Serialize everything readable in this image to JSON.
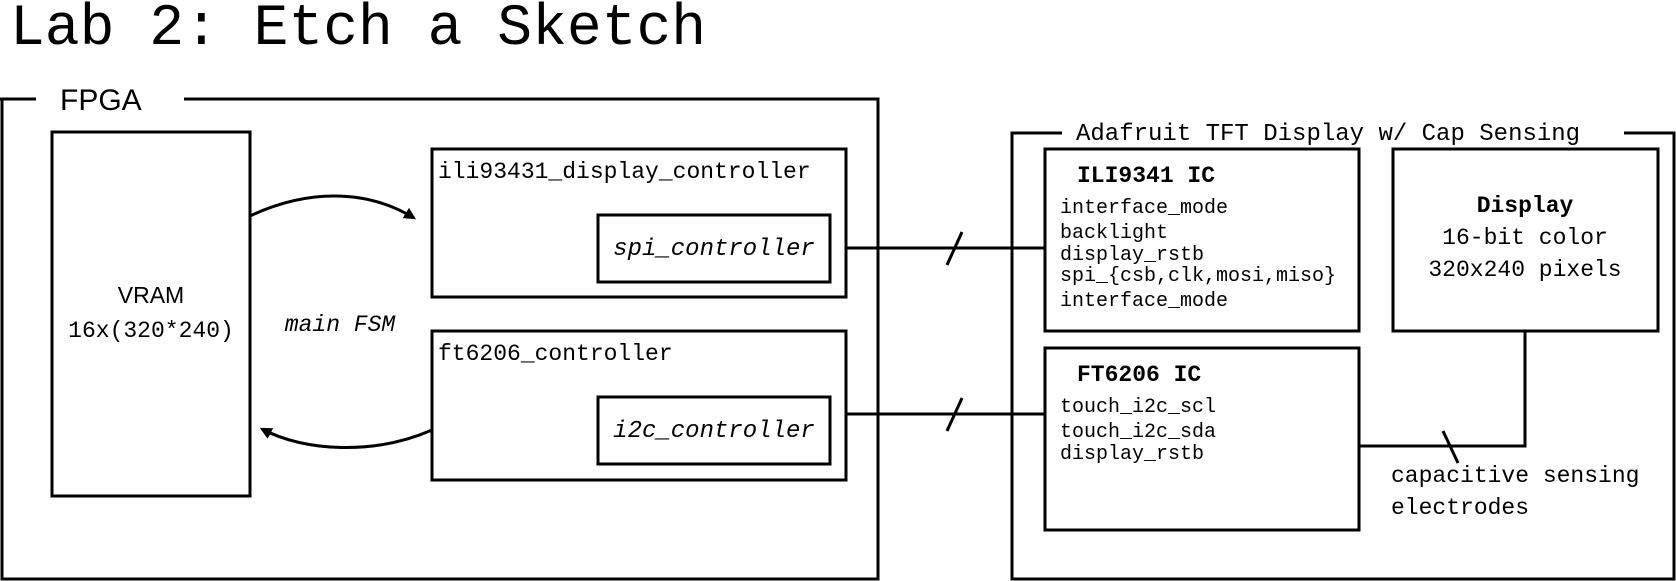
{
  "title": "Lab 2: Etch a Sketch",
  "fpga": {
    "label": "FPGA",
    "vram": {
      "line1": "VRAM",
      "line2": "16x(320*240)"
    },
    "fsm_label": "main FSM",
    "display_controller": {
      "label": "ili93431_display_controller",
      "sub": "spi_controller"
    },
    "touch_controller": {
      "label": "ft6206_controller",
      "sub": "i2c_controller"
    }
  },
  "tft": {
    "label": "Adafruit TFT Display w/ Cap Sensing",
    "ili9341": {
      "title": "ILI9341 IC",
      "signals": [
        "interface_mode",
        "backlight",
        "display_rstb",
        "spi_{csb,clk,mosi,miso}",
        "interface_mode"
      ]
    },
    "display": {
      "title": "Display",
      "line1": "16-bit color",
      "line2": "320x240 pixels"
    },
    "ft6206": {
      "title": "FT6206 IC",
      "signals": [
        "touch_i2c_scl",
        "touch_i2c_sda",
        "display_rstb"
      ]
    },
    "electrodes": {
      "line1": "capacitive sensing",
      "line2": "electrodes"
    }
  }
}
